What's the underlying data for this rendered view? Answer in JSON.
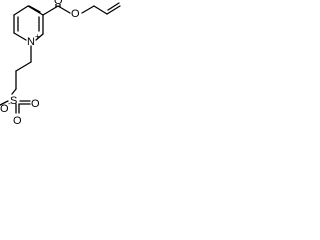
{
  "molecule": {
    "atoms": {
      "o_carbonyl": "O",
      "o_ester": "O",
      "n_ring": "N",
      "n_charge": "+",
      "sulfur": "S",
      "o_sulfonyl_top": "O",
      "o_sulfonyl_bottom": "O",
      "o_anion": "O",
      "o_anion_charge": "-"
    }
  }
}
